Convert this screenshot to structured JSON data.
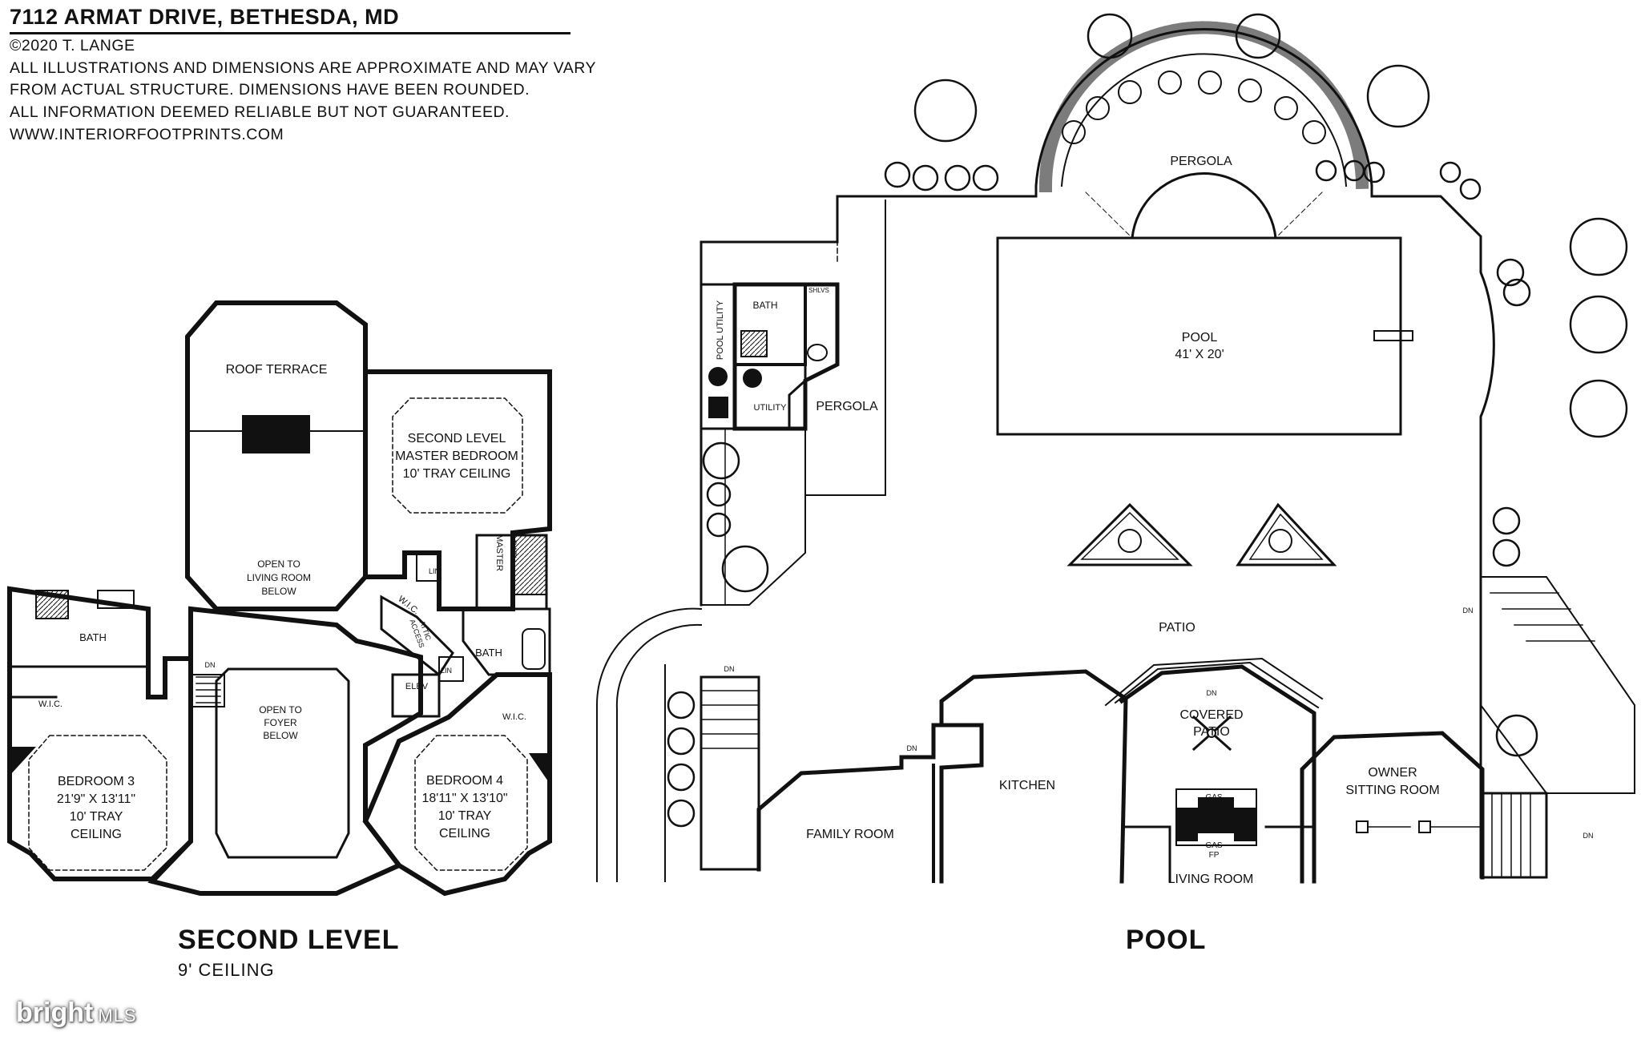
{
  "header": {
    "title": "7112 ARMAT DRIVE, BETHESDA, MD",
    "copyright": "©2020 T. LANGE",
    "disclaimer_1": "ALL ILLUSTRATIONS AND DIMENSIONS ARE APPROXIMATE AND MAY VARY",
    "disclaimer_2": "FROM ACTUAL STRUCTURE. DIMENSIONS HAVE BEEN ROUNDED.",
    "disclaimer_3": "ALL INFORMATION DEEMED RELIABLE BUT NOT GUARANTEED.",
    "website": "WWW.INTERIORFOOTPRINTS.COM"
  },
  "second_level": {
    "caption": "SECOND LEVEL",
    "ceiling": "9' CEILING",
    "roof_terrace": "ROOF TERRACE",
    "master_bedroom": [
      "SECOND LEVEL",
      "MASTER BEDROOM",
      "10' TRAY CEILING"
    ],
    "open_to_living": [
      "OPEN TO",
      "LIVING ROOM",
      "BELOW"
    ],
    "open_to_foyer": [
      "OPEN TO",
      "FOYER",
      "BELOW"
    ],
    "bath": "BATH",
    "master_bath": [
      "MASTER",
      "BATH"
    ],
    "wic": "W.I.C.",
    "attic_access": [
      "ATTIC",
      "ACCESS"
    ],
    "lin": "LIN",
    "elev": "ELEV",
    "dn": "DN",
    "bedroom3": [
      "BEDROOM 3",
      "21'9\" X 13'11\"",
      "10' TRAY",
      "CEILING"
    ],
    "bedroom4": [
      "BEDROOM 4",
      "18'11\" X 13'10\"",
      "10' TRAY",
      "CEILING"
    ]
  },
  "pool_level": {
    "caption": "POOL",
    "pergola_top": "PERGOLA",
    "pergola_side": "PERGOLA",
    "pool": [
      "POOL",
      "41' X 20'"
    ],
    "pool_utility": "POOL UTILITY",
    "bath": "BATH",
    "shlvs": "SHLVS",
    "utility": "UTILITY",
    "patio": "PATIO",
    "covered_patio": [
      "COVERED",
      "PATIO"
    ],
    "kitchen": "KITCHEN",
    "family_room": "FAMILY ROOM",
    "living_room": "LIVING ROOM",
    "owner_sitting": [
      "OWNER",
      "SITTING ROOM"
    ],
    "gas_fp": [
      "GAS",
      "FP"
    ],
    "dn": "DN"
  },
  "branding": {
    "logo": "bright",
    "mls": "MLS"
  }
}
